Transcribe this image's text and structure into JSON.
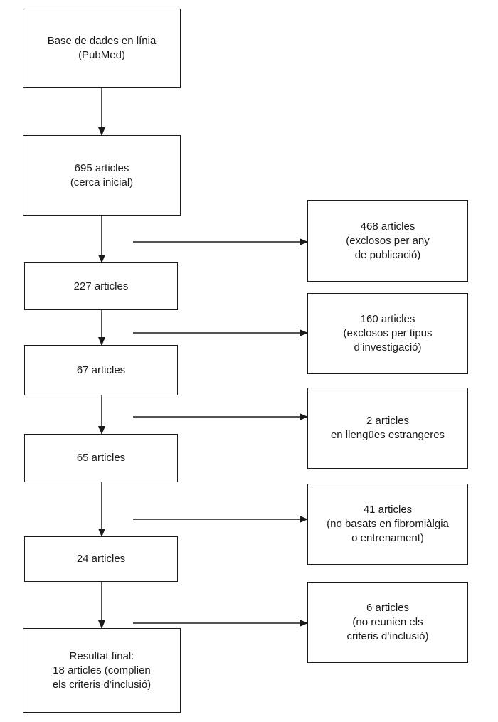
{
  "flowchart": {
    "main_boxes": [
      {
        "lines": [
          "Base de dades en línia",
          "(PubMed)"
        ]
      },
      {
        "lines": [
          "695 articles",
          "(cerca inicial)"
        ]
      },
      {
        "lines": [
          "227 articles"
        ]
      },
      {
        "lines": [
          "67 articles"
        ]
      },
      {
        "lines": [
          "65 articles"
        ]
      },
      {
        "lines": [
          "24 articles"
        ]
      },
      {
        "lines": [
          "Resultat final:",
          "18 articles (complien",
          "els criteris d’inclusió)"
        ]
      }
    ],
    "exclusion_boxes": [
      {
        "lines": [
          "468 articles",
          "(exclosos per any",
          "de publicació)"
        ]
      },
      {
        "lines": [
          "160 articles",
          "(exclosos per tipus",
          "d’investigació)"
        ]
      },
      {
        "lines": [
          "2 articles",
          "en llengües estrangeres"
        ]
      },
      {
        "lines": [
          "41 articles",
          "(no basats en fibromiàlgia",
          "o entrenament)"
        ]
      },
      {
        "lines": [
          "6 articles",
          "(no reunien els",
          "criteris d’inclusió)"
        ]
      }
    ]
  }
}
